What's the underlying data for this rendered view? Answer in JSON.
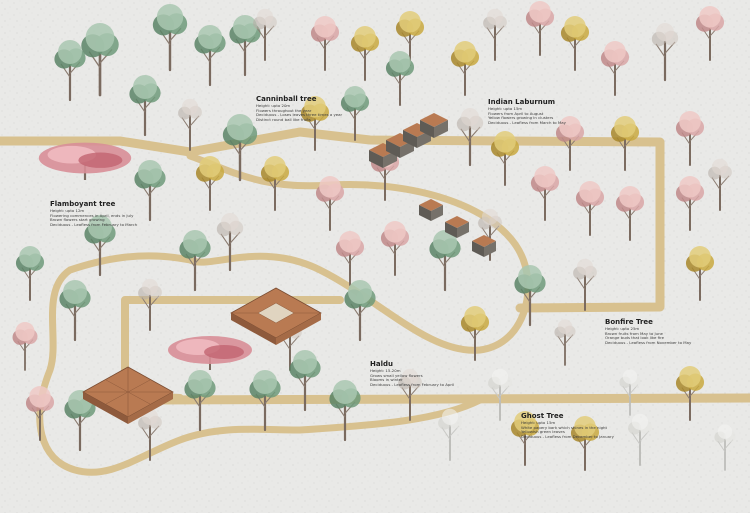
{
  "colors": {
    "ground": "#e9e9e7",
    "path": "#d8c18f",
    "path_edge": "#c9b07a",
    "roof": "#b97a52",
    "roof_dark": "#8e5a3c",
    "wall": "#5f5b55",
    "trunk": "#7a6a5f"
  },
  "labels": [
    {
      "id": "canninball",
      "title": "Canninball tree",
      "lines": [
        "Height: upto 20m",
        "Flowers throughout the year",
        "Deciduous - Loses leaves three times a year",
        "Distinct round ball like fruits"
      ]
    },
    {
      "id": "indian-laburnum",
      "title": "Indian Laburnum",
      "lines": [
        "Height: upto 15m",
        "Flowers from April to August",
        "Yellow flowers growing in clusters",
        "Deciduous - Leafless from March to May"
      ]
    },
    {
      "id": "flamboyant",
      "title": "Flamboyant tree",
      "lines": [
        "Height: upto 12m",
        "Flowering commences in April, ends in July",
        "Brown flowers start growing",
        "Deciduous - Leafless from February to March"
      ]
    },
    {
      "id": "bonfire",
      "title": "Bonfire Tree",
      "lines": [
        "Height: upto 25m",
        "Brown fruits from May to June",
        "Orange buds that look like fire",
        "Deciduous - Leafless from November to May"
      ]
    },
    {
      "id": "haldu",
      "title": "Haldu",
      "lines": [
        "Height: 15-20m",
        "Grows small yellow flowers",
        "Blooms in winter",
        "Deciduous - Leafless from February to April"
      ]
    },
    {
      "id": "ghost",
      "title": "Ghost Tree",
      "lines": [
        "Height: upto 15m",
        "White papery bark which shines in the night",
        "Yellowish green leaves",
        "Deciduous - Leafless from December to January"
      ]
    }
  ]
}
